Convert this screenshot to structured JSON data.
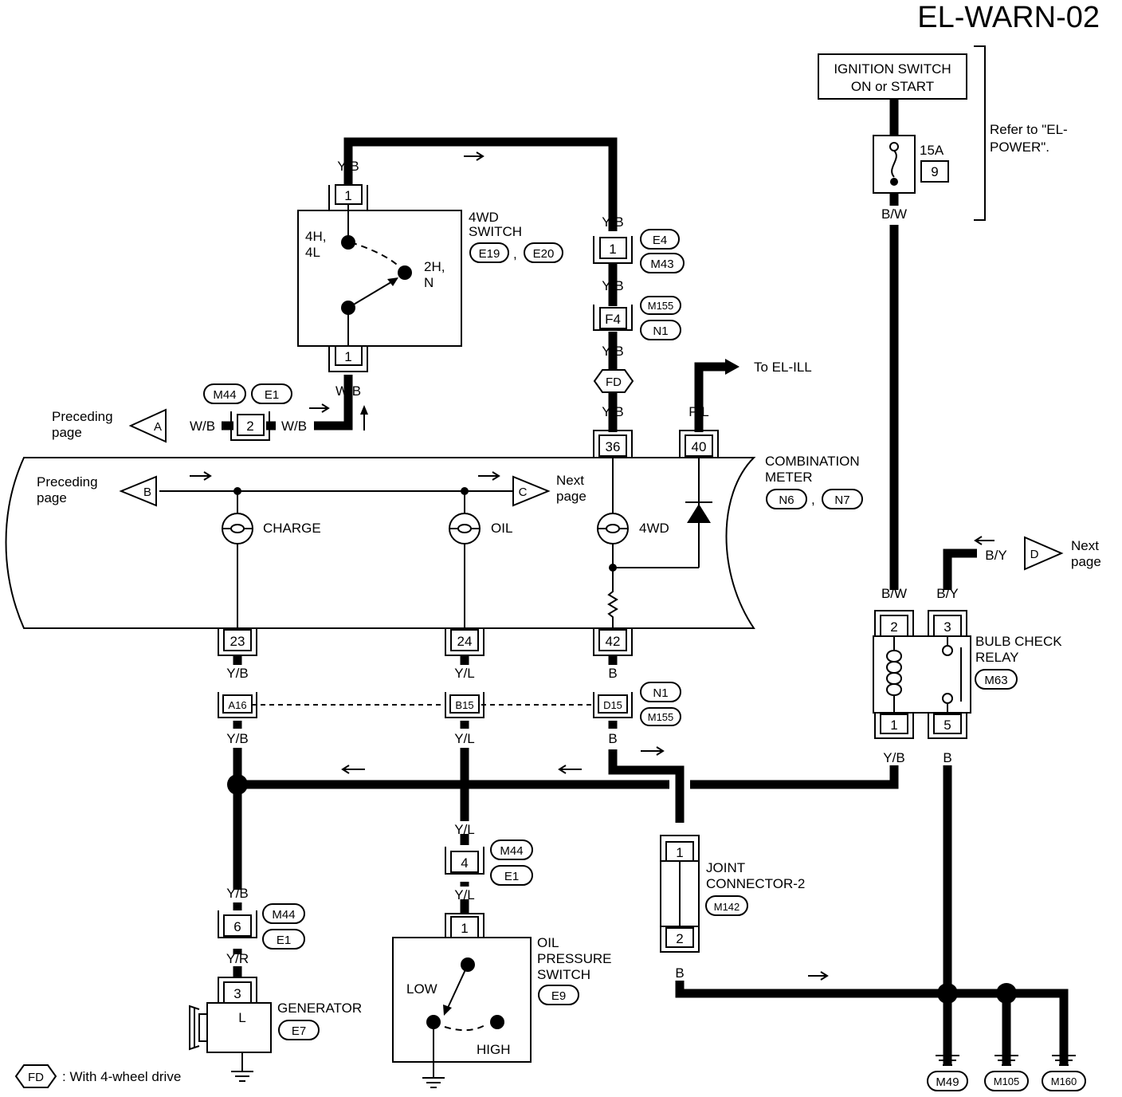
{
  "title": "EL-WARN-02",
  "power": {
    "ignition_line1": "IGNITION SWITCH",
    "ignition_line2": "ON or START",
    "fuse_rating": "15A",
    "fuse_number": "9",
    "refer_line1": "Refer to \"EL-",
    "refer_line2": "POWER\"."
  },
  "switch_4wd": {
    "name_line1": "4WD",
    "name_line2": "SWITCH",
    "connectors": [
      "E19",
      "E20"
    ],
    "pos_a_line1": "4H,",
    "pos_a_line2": "4L",
    "pos_b_line1": "2H,",
    "pos_b_line2": "N",
    "pin_top": "1",
    "pin_bottom": "1"
  },
  "meter": {
    "name_line1": "COMBINATION",
    "name_line2": "METER",
    "connectors": [
      "N6",
      "N7"
    ],
    "lamps": [
      "CHARGE",
      "OIL",
      "4WD"
    ],
    "pins_top": [
      "36",
      "40"
    ],
    "pins_bottom": [
      "23",
      "24",
      "42"
    ]
  },
  "relay": {
    "name_line1": "BULB CHECK",
    "name_line2": "RELAY",
    "connector": "M63",
    "pins": [
      "2",
      "3",
      "1",
      "5"
    ]
  },
  "joint": {
    "name_line1": "JOINT",
    "name_line2": "CONNECTOR-2",
    "connector": "M142",
    "pins": [
      "1",
      "2"
    ]
  },
  "oil_switch": {
    "name_line1": "OIL",
    "name_line2": "PRESSURE",
    "name_line3": "SWITCH",
    "connector": "E9",
    "low": "LOW",
    "high": "HIGH",
    "pin": "1"
  },
  "generator": {
    "name": "GENERATOR",
    "connector": "E7",
    "terminal": "L",
    "pin": "3"
  },
  "wires": {
    "yb": "Y/B",
    "wb": "W/B",
    "pl": "P/L",
    "bw": "B/W",
    "by": "B/Y",
    "yl": "Y/L",
    "b": "B",
    "yr": "Y/R"
  },
  "connectors": {
    "e4": "E4",
    "m43": "M43",
    "m155": "M155",
    "n1": "N1",
    "m44": "M44",
    "e1": "E1",
    "pin_1": "1",
    "pin_f4": "F4",
    "pin_2": "2",
    "pin_4": "4",
    "pin_6": "6",
    "a16": "A16",
    "b15": "B15",
    "d15": "D15"
  },
  "fd_label": "FD",
  "refs": {
    "a": "A",
    "b": "B",
    "c": "C",
    "d": "D",
    "preceding1": "Preceding",
    "preceding2": "page",
    "next1": "Next",
    "next2": "page",
    "to_ill": "To EL-ILL"
  },
  "grounds": [
    "M49",
    "M105",
    "M160"
  ],
  "ground_wire": "B",
  "legend": ": With 4-wheel drive"
}
